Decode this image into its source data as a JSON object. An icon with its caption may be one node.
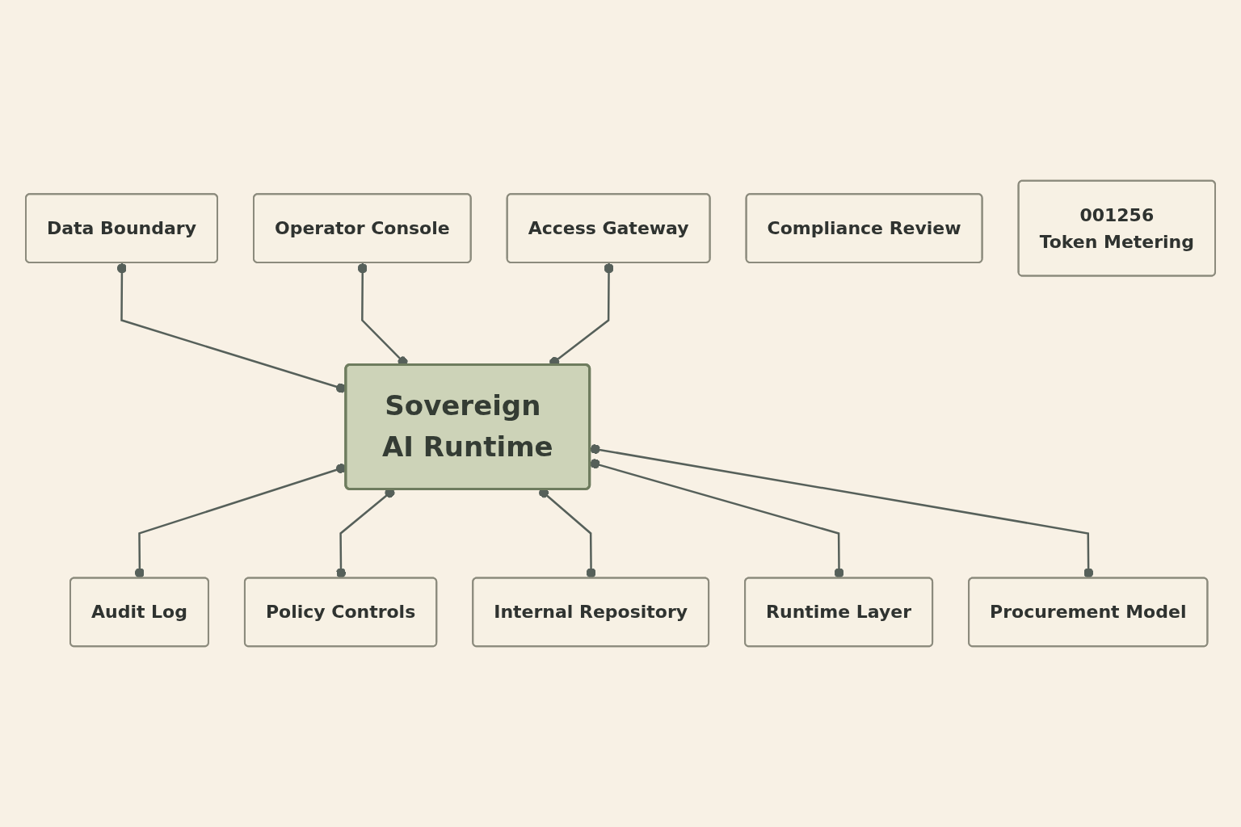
{
  "diagram": {
    "nodes": [
      {
        "text": [
          "Data Boundary"
        ]
      },
      {
        "text": [
          "Operator Console"
        ]
      },
      {
        "text": [
          "Access Gateway"
        ]
      },
      {
        "text": [
          "Audit Log"
        ]
      },
      {
        "text": [
          "Sovereign AI Runtime"
        ]
      },
      {
        "text": [
          "Policy Controls"
        ]
      },
      {
        "text": [
          "Internal Repository"
        ]
      },
      {
        "text": [
          "Runtime Layer"
        ]
      },
      {
        "text": [
          "Compliance Review"
        ]
      },
      {
        "text": [
          "Procurement Model"
        ]
      },
      {
        "text": [
          "001256",
          "Token Metering"
        ]
      }
    ],
    "edges": [
      {
        "from": 0,
        "to": 4,
        "arrow": "other"
      },
      {
        "from": 1,
        "to": 4,
        "arrow": "other"
      },
      {
        "from": 2,
        "to": 4,
        "arrow": "other"
      },
      {
        "from": 4,
        "to": 3,
        "arrow": "other"
      },
      {
        "from": 4,
        "to": 5,
        "arrow": "other"
      },
      {
        "from": 4,
        "to": 6,
        "arrow": "other"
      },
      {
        "from": 4,
        "to": 7,
        "arrow": "other"
      },
      {
        "from": 4,
        "to": 9,
        "arrow": "other"
      }
    ]
  }
}
